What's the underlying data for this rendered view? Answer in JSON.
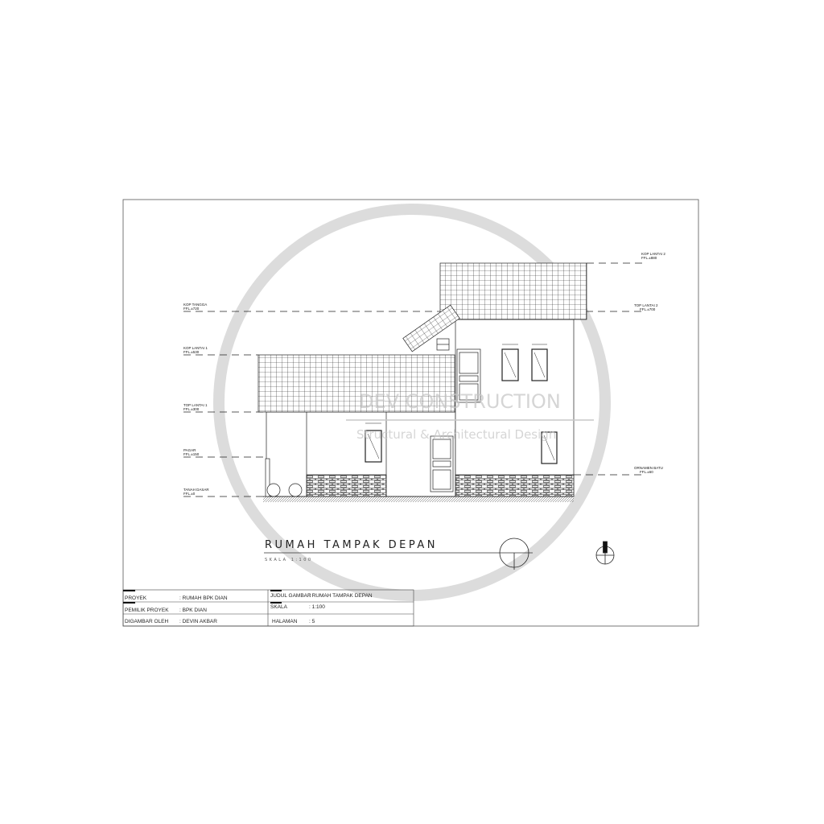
{
  "drawing": {
    "title": "RUMAH TAMPAK DEPAN",
    "scale_note": "SKALA 1:100",
    "levels_left": [
      {
        "name": "KOP TANGGA",
        "value": "FFL.±720"
      },
      {
        "name": "KOP LANTAI 1",
        "value": "FFL.±530"
      },
      {
        "name": "TOP LANTAI 1",
        "value": "FFL.±300"
      },
      {
        "name": "PAGAR",
        "value": "FFL.±150"
      },
      {
        "name": "TANAH DASAR",
        "value": "FFL.±0"
      }
    ],
    "levels_right": [
      {
        "name": "KOP LANTAI 2",
        "value": "FFL.±880"
      },
      {
        "name": "TOP LANTAI 2",
        "value": "FFL.±700"
      },
      {
        "name": "ORNAMEN BATU",
        "value": "FFL.±60"
      }
    ]
  },
  "watermark": {
    "brand": "DEV CONSTRUCTION",
    "tagline": "Structural & Architectural Design"
  },
  "title_block": {
    "left": [
      {
        "label": "PROYEK",
        "value": ": RUMAH BPK DIAN"
      },
      {
        "label": "PEMILIK PROYEK",
        "value": ": BPK DIAN"
      },
      {
        "label": "DIGAMBAR OLEH",
        "value": ": DEVIN AKBAR"
      }
    ],
    "right": [
      {
        "label": "JUDUL GAMBAR",
        "value": ": RUMAH TAMPAK DEPAN"
      },
      {
        "label": "SKALA",
        "value": ": 1:100"
      },
      {
        "label": "HALAMAN",
        "value": ": 5"
      }
    ]
  },
  "colors": {
    "line": "#222222",
    "watermark": "#c8c8c8"
  }
}
